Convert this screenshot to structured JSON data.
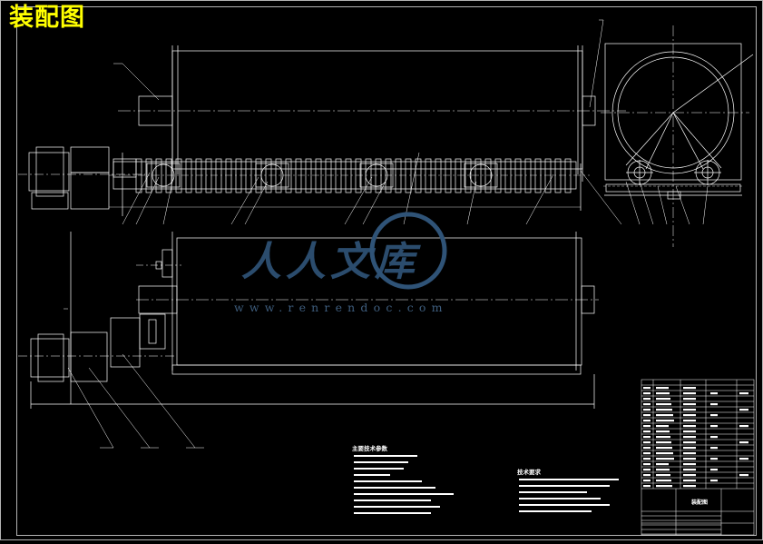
{
  "drawing": {
    "title": "装配图",
    "title_color": "#ffff00",
    "line_color": "#ffffff",
    "background": "#000000"
  },
  "watermark": {
    "chinese": "人人文库",
    "url": "www.renrendoc.com",
    "color": "#2f5377"
  },
  "notes": {
    "parameters_heading": "主要技术参数",
    "requirements_heading": "技术要求"
  },
  "title_block": {
    "drawing_name": "装配图"
  }
}
